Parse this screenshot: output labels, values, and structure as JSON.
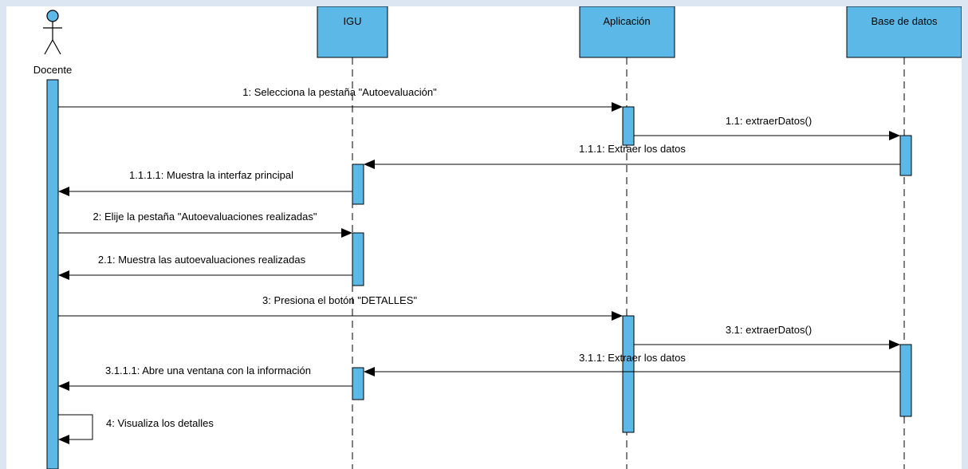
{
  "actor": {
    "name": "Docente"
  },
  "lifelines": [
    {
      "id": "igu",
      "name": "IGU"
    },
    {
      "id": "app",
      "name": "Aplicación"
    },
    {
      "id": "db",
      "name": "Base de datos"
    }
  ],
  "messages": [
    {
      "id": "m1",
      "label": "1: Selecciona la pestaña \"Autoevaluación\""
    },
    {
      "id": "m2",
      "label": "1.1: extraerDatos()"
    },
    {
      "id": "m3",
      "label": "1.1.1: Extraer los datos"
    },
    {
      "id": "m4",
      "label": "1.1.1.1: Muestra la interfaz principal"
    },
    {
      "id": "m5",
      "label": "2: Elije la pestaña \"Autoevaluaciones realizadas\""
    },
    {
      "id": "m6",
      "label": "2.1: Muestra las autoevaluaciones realizadas"
    },
    {
      "id": "m7",
      "label": "3: Presiona el botón \"DETALLES\""
    },
    {
      "id": "m8",
      "label": "3.1: extraerDatos()"
    },
    {
      "id": "m9",
      "label": "3.1.1: Extraer los datos"
    },
    {
      "id": "m10",
      "label": "3.1.1.1: Abre una ventana con la información"
    },
    {
      "id": "m11",
      "label": "4: Visualiza los detalles"
    }
  ],
  "colors": {
    "box_fill": "#5cb8e6",
    "activation_fill": "#5cb8e6",
    "stroke": "#000000",
    "background": "#dce6f2"
  }
}
